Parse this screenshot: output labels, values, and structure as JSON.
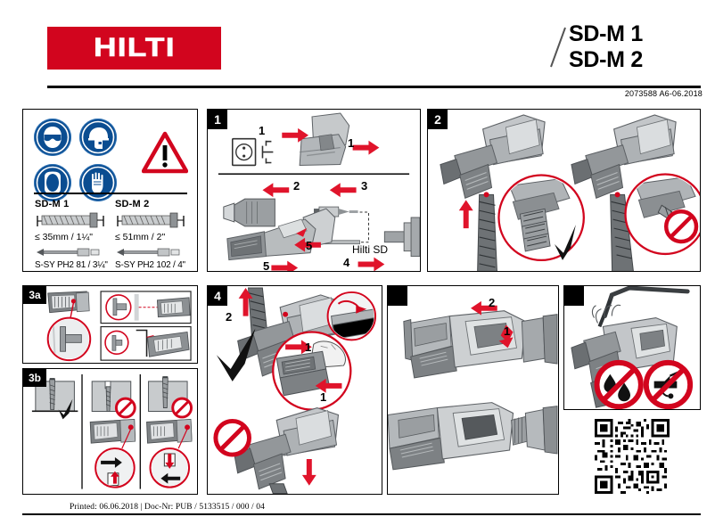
{
  "header": {
    "brand": "HILTI",
    "brand_color": "#d2051e",
    "models": [
      "SD-M 1",
      "SD-M 2"
    ],
    "doc_code": "2073588 A6-06.2018"
  },
  "ppe_panel": {
    "name": "safety-and-specification-panel",
    "pictograms": [
      {
        "id": "eye-protection-icon",
        "label": "Wear eye protection"
      },
      {
        "id": "hard-hat-icon",
        "label": "Wear hard hat"
      },
      {
        "id": "ear-protection-icon",
        "label": "Wear ear protection"
      },
      {
        "id": "gloves-icon",
        "label": "Wear protective gloves"
      }
    ],
    "warning": {
      "id": "warning-triangle-icon",
      "label": "General warning",
      "color": "#d2051e"
    },
    "specs": [
      {
        "model": "SD-M 1",
        "screw_length": "≤ 35mm / 1¼\"",
        "bit": "S-SY PH2 81 / 3¼\""
      },
      {
        "model": "SD-M 2",
        "screw_length": "≤ 51mm / 2\"",
        "bit": "S-SY PH2 102 / 4\""
      }
    ]
  },
  "steps": [
    {
      "badge": "1",
      "name": "step-1-disconnect-and-assemble",
      "callouts": [
        "1",
        "1",
        "2",
        "3",
        "5",
        "5",
        "4"
      ],
      "caption": "Hilti SD"
    },
    {
      "badge": "2",
      "name": "step-2-load-screw-belt",
      "callouts": [],
      "marks": [
        "check",
        "prohibited"
      ]
    },
    {
      "badge": "3a",
      "name": "step-3a-depth-stop-adjustment",
      "callouts": []
    },
    {
      "badge": "3b",
      "name": "step-3b-screw-depth-check",
      "marks": [
        "check",
        "prohibited",
        "prohibited"
      ]
    },
    {
      "badge": "4",
      "name": "step-4-remove-screw-belt",
      "callouts": [
        "2",
        "1",
        "1"
      ],
      "marks": [
        "check",
        "prohibited"
      ]
    },
    {
      "badge": "",
      "name": "step-5-detach-magazine-attachment",
      "callouts": [
        "2",
        "1"
      ]
    },
    {
      "badge": "",
      "name": "step-6-cleaning-prohibitions",
      "marks": [
        "no-water",
        "no-oil"
      ]
    }
  ],
  "qr": {
    "name": "qr-code",
    "alt": "QR code"
  },
  "footer": {
    "text": "Printed: 06.06.2018 | Doc-Nr: PUB / 5133515 / 000 / 04"
  },
  "colors": {
    "red": "#d2051e",
    "arrow_red": "#e0142b",
    "ppe_blue": "#0b4d91",
    "gray_light": "#d9dbdd",
    "gray_mid": "#a8acb0",
    "gray_dark": "#6f7478"
  }
}
